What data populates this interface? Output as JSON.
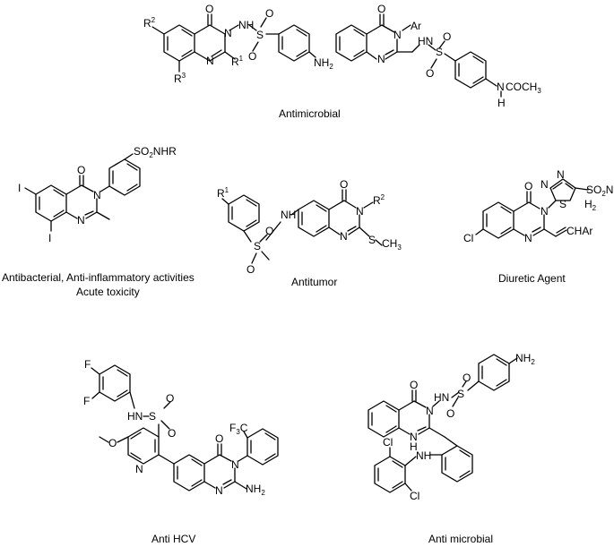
{
  "captions": {
    "c1": "Antimicrobial",
    "c2_line1": "Antibacterial, Anti-inflammatory activities",
    "c2_line2": "Acute toxicity",
    "c3": "Antitumor",
    "c4": "Diuretic Agent",
    "c5": "Anti HCV",
    "c6": "Anti microbial"
  },
  "labels": {
    "O": "O",
    "N": "N",
    "NH": "NH",
    "HN": "HN",
    "H": "H",
    "N_H": "N",
    "S": "S",
    "I": "I",
    "F": "F",
    "Cl": "Cl",
    "Ar": "Ar",
    "R": "R",
    "sup1": "1",
    "sup2": "2",
    "sup3": "3",
    "NH2_main": "NH",
    "sub2": "2",
    "COCH3": "COCH",
    "sub3": "3",
    "SO2NHR_a": "SO",
    "SO2NHR_b": "NHR",
    "CH3": "CH",
    "SO2N_a": "SO",
    "SO2N_b": "N",
    "H2": "H",
    "CHAr": "CHAr",
    "F3C_a": "F",
    "F3C_b": "C"
  }
}
